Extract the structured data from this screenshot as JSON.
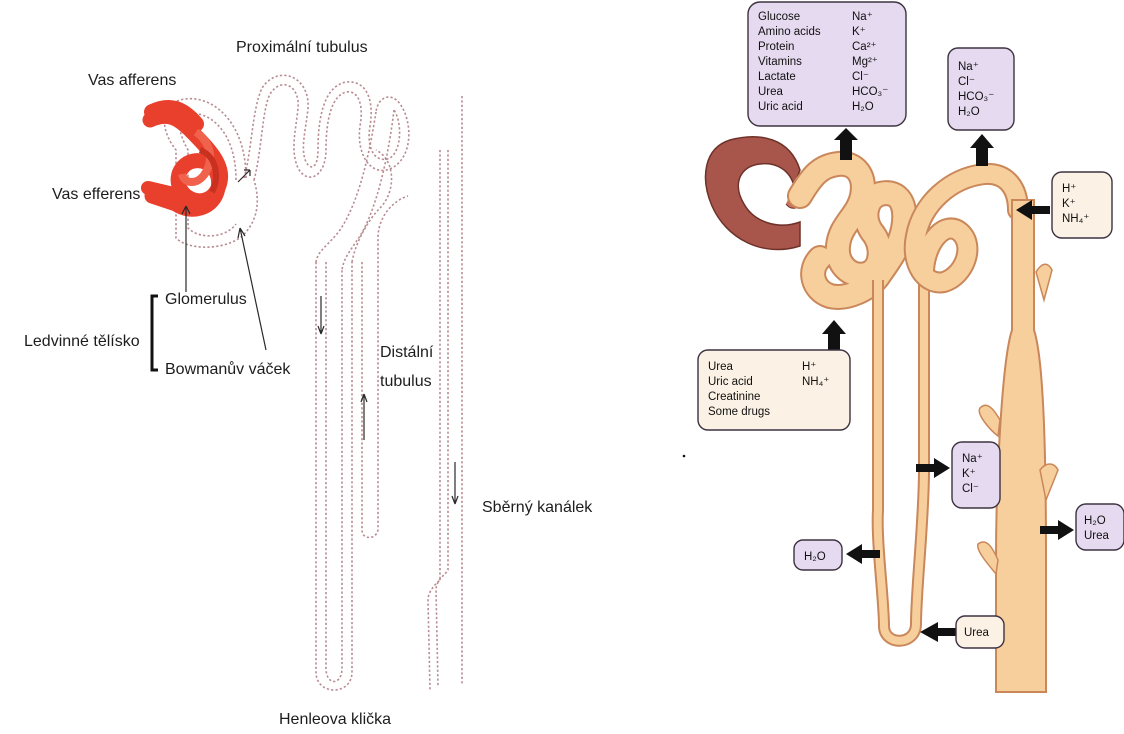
{
  "left_diagram": {
    "labels": {
      "proximal": "Proximální tubulus",
      "afferens": "Vas afferens",
      "efferens": "Vas efferens",
      "glomerulus": "Glomerulus",
      "bowman": "Bowmanův váček",
      "corpuscle": "Ledvinné tělísko",
      "distal_1": "Distální",
      "distal_2": "tubulus",
      "collecting": "Sběrný kanálek",
      "henle": "Henleova klička"
    }
  },
  "right_diagram": {
    "box_proximal": {
      "col1": [
        "Glucose",
        "Amino acids",
        "Protein",
        "Vitamins",
        "Lactate",
        "Urea",
        "Uric acid"
      ],
      "col2": [
        "Na⁺",
        "K⁺",
        "Ca²⁺",
        "Mg²⁺",
        "Cl⁻",
        "HCO₃⁻",
        "H₂O"
      ]
    },
    "box_distal_top": [
      "Na⁺",
      "Cl⁻",
      "HCO₃⁻",
      "H₂O"
    ],
    "box_secretion_right": [
      "H⁺",
      "K⁺",
      "NH₄⁺"
    ],
    "box_secretion_left": {
      "col1": [
        "Urea",
        "Uric acid",
        "Creatinine",
        "Some drugs"
      ],
      "col2": [
        "H⁺",
        "NH₄⁺"
      ]
    },
    "box_ascending": [
      "Na⁺",
      "K⁺",
      "Cl⁻"
    ],
    "box_collecting": [
      "H₂O",
      "Urea"
    ],
    "box_descending": "H₂O",
    "box_loop_urea": "Urea"
  },
  "colors": {
    "tubule_fill": "#f7cf9c",
    "tubule_stroke": "#c9875a",
    "capsule": "#a8564c",
    "vessel_red": "#e8402c",
    "box_purple": "#e6daf0"
  }
}
